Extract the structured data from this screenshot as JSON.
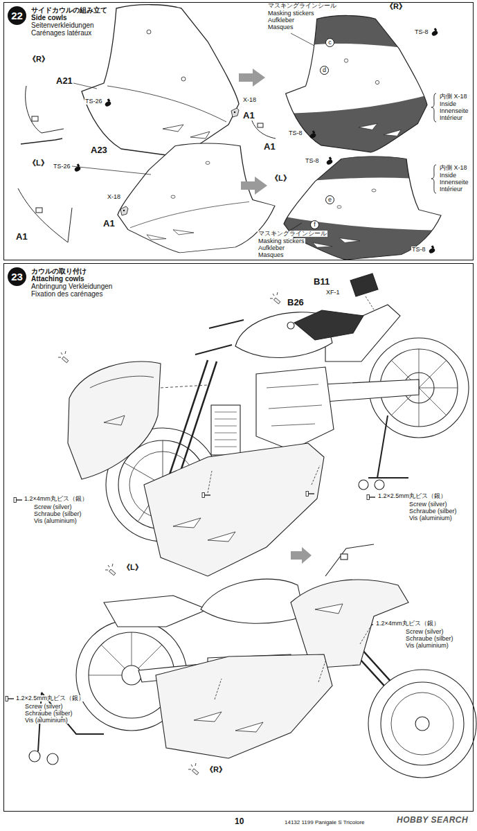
{
  "diagram": {
    "nodes": [
      {
        "text": [
          "22",
          "サイドカウルの組み立て",
          "Side cowls",
          "Seitenverkleidungen",
          "Carénages latéraux"
        ]
      },
      {
        "text": [
          "23",
          "カウルの取り付け",
          "Attaching cowls",
          "Anbringung Verkleidungen",
          "Fixation des carénages"
        ]
      }
    ],
    "labels": [
      "《R》",
      "A21",
      "TS-26",
      "X-18",
      "A1",
      "《L》",
      "A23",
      "TS-26",
      "X-18",
      "A1",
      "A1",
      "マスキングラインシール",
      "Masking stickers",
      "Aufkleber",
      "Masques",
      "c",
      "d",
      "《R》",
      "TS-8",
      "内側 X-18",
      "Inside",
      "Innenseite",
      "Intérieur",
      "TS-8",
      "A1",
      "《L》",
      "TS-8",
      "内側 X-18",
      "Inside",
      "Innenseite",
      "Intérieur",
      "e",
      "f",
      "マスキングラインシール",
      "Masking stickers",
      "Aufkleber",
      "Masques",
      "TS-8",
      "B11",
      "XF-1",
      "B26",
      "1.2×4mm丸ビス（銀）",
      "Screw (silver)",
      "Schraube (silber)",
      "Vis (aluminium)",
      "1.2×2.5mm丸ビス（銀）",
      "Screw (silver)",
      "Schraube (silber)",
      "Vis (aluminium)",
      "《L》",
      "1.2×4mm丸ビス（銀）",
      "Screw (silver)",
      "Schraube (silber)",
      "Vis (aluminium)",
      "1.2×2.5mm丸ビス（銀）",
      "Screw (silver)",
      "Schraube (silber)",
      "Vis (aluminium)",
      "《R》",
      "10",
      "14132 1199 Panigale S Tricolore",
      "HOBBY SEARCH"
    ]
  }
}
